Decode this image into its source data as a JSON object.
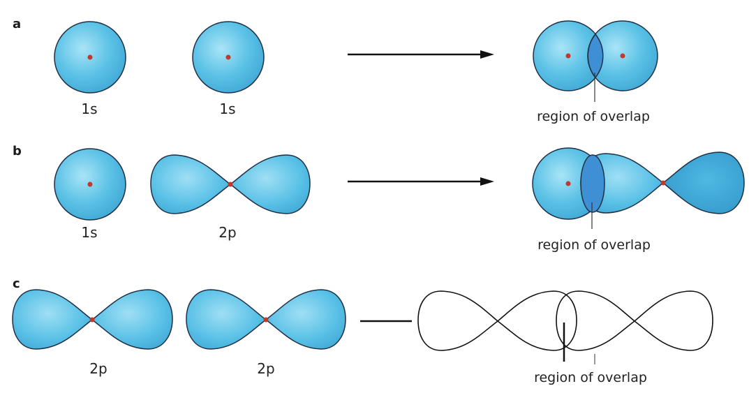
{
  "colors": {
    "lobe_fill": "#5ac3e8",
    "lobe_fill_dark": "#3aa9d8",
    "overlap_fill": "#3f8fd4",
    "outline": "#1f2f44",
    "nucleus": "#c0392b",
    "line": "#111111"
  },
  "panels": [
    {
      "label": "a",
      "left_orbital_label": "1s",
      "right_orbital_label": "1s",
      "overlap_label": "region of overlap"
    },
    {
      "label": "b",
      "left_orbital_label": "1s",
      "right_orbital_label": "2p",
      "overlap_label": "region of overlap"
    },
    {
      "label": "c",
      "left_orbital_label": "2p",
      "right_orbital_label": "2p",
      "overlap_label": "region of overlap"
    }
  ]
}
